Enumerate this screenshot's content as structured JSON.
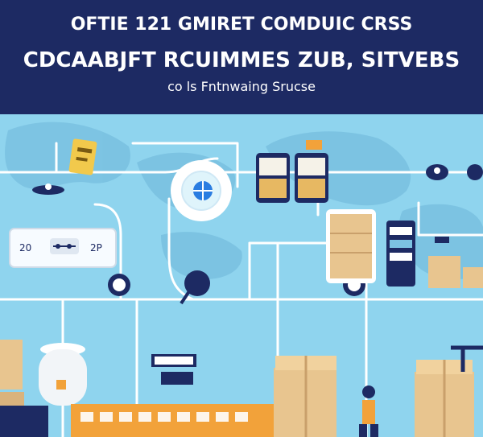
{
  "header": {
    "line1": "OFTIE 121 GMIRET  COMDUIC CRSS",
    "line2": "CDCAABJFT RCUIMMES ZUB,   SITVEBS",
    "line3": "co ls Fntnwaing Srucse"
  },
  "panel": {
    "left_value": "20",
    "right_value": "2P"
  },
  "colors": {
    "header_bg": "#1d2a63",
    "sky_blue": "#8fd4ee",
    "line_white": "#ffffff",
    "dark_navy": "#1d2a63",
    "box_tan": "#e8c58f",
    "accent_orange": "#f2a23a"
  }
}
